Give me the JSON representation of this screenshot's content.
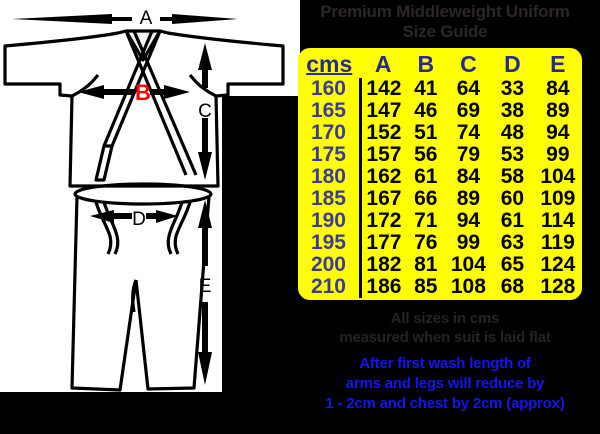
{
  "header": {
    "title_line1": "Premium Middleweight Uniform",
    "title_line2": "Size Guide"
  },
  "colors": {
    "table_background": "#ffff00",
    "page_background": "#000000",
    "panel_background": "#ffffff",
    "header_text": "#2a2a8c",
    "cms_column_text": "#3c3c96",
    "value_text": "#000000",
    "title_text": "#2b2627",
    "note_dark": "#272223",
    "note_blue": "#1414ee",
    "marker_b": "#ff0000"
  },
  "size_table": {
    "columns": [
      "cms",
      "A",
      "B",
      "C",
      "D",
      "E"
    ],
    "rows": [
      {
        "cms": "160",
        "A": "142",
        "B": "41",
        "C": "64",
        "D": "33",
        "E": "84"
      },
      {
        "cms": "165",
        "A": "147",
        "B": "46",
        "C": "69",
        "D": "38",
        "E": "89"
      },
      {
        "cms": "170",
        "A": "152",
        "B": "51",
        "C": "74",
        "D": "48",
        "E": "94"
      },
      {
        "cms": "175",
        "A": "157",
        "B": "56",
        "C": "79",
        "D": "53",
        "E": "99"
      },
      {
        "cms": "180",
        "A": "162",
        "B": "61",
        "C": "84",
        "D": "58",
        "E": "104"
      },
      {
        "cms": "185",
        "A": "167",
        "B": "66",
        "C": "89",
        "D": "60",
        "E": "109"
      },
      {
        "cms": "190",
        "A": "172",
        "B": "71",
        "C": "94",
        "D": "61",
        "E": "114"
      },
      {
        "cms": "195",
        "A": "177",
        "B": "76",
        "C": "99",
        "D": "63",
        "E": "119"
      },
      {
        "cms": "200",
        "A": "182",
        "B": "81",
        "C": "104",
        "D": "65",
        "E": "124"
      },
      {
        "cms": "210",
        "A": "186",
        "B": "85",
        "C": "108",
        "D": "68",
        "E": "128"
      }
    ]
  },
  "notes": {
    "dark_line1": "All sizes in cms",
    "dark_line2": "measured when suit is laid flat",
    "blue_line1": "After first wash length of",
    "blue_line2": "arms and legs will reduce by",
    "blue_line3": "1 - 2cm and chest by 2cm (approx)"
  },
  "diagram": {
    "labels": {
      "a": "A",
      "b": "B",
      "c": "C",
      "d": "D",
      "e": "E"
    }
  }
}
